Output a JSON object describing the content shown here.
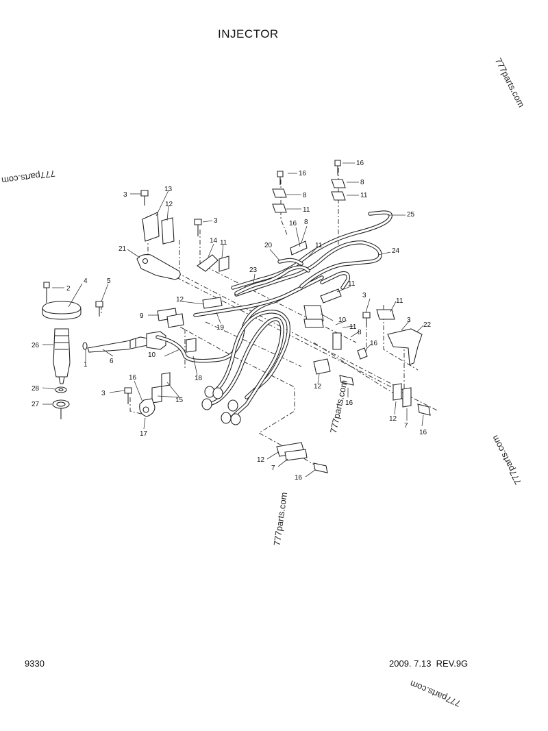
{
  "header": {
    "title": "INJECTOR"
  },
  "footer": {
    "page_code": "9330",
    "revision": "2009. 7.13  REV.9G"
  },
  "watermark": {
    "text": "777parts.com"
  },
  "callouts": [
    {
      "id": "c2",
      "label": "2"
    },
    {
      "id": "c4",
      "label": "4"
    },
    {
      "id": "c5",
      "label": "5"
    },
    {
      "id": "c26",
      "label": "26"
    },
    {
      "id": "c1",
      "label": "1"
    },
    {
      "id": "c6",
      "label": "6"
    },
    {
      "id": "c28",
      "label": "28"
    },
    {
      "id": "c27",
      "label": "27"
    },
    {
      "id": "c3a",
      "label": "3"
    },
    {
      "id": "c13",
      "label": "13"
    },
    {
      "id": "c12a",
      "label": "12"
    },
    {
      "id": "c21",
      "label": "21"
    },
    {
      "id": "c3b",
      "label": "3"
    },
    {
      "id": "c14",
      "label": "14"
    },
    {
      "id": "c11a",
      "label": "11"
    },
    {
      "id": "c16a",
      "label": "16"
    },
    {
      "id": "c8a",
      "label": "8"
    },
    {
      "id": "c11b",
      "label": "11"
    },
    {
      "id": "c16b",
      "label": "16"
    },
    {
      "id": "c8b",
      "label": "8"
    },
    {
      "id": "c11c",
      "label": "11"
    },
    {
      "id": "c16c",
      "label": "16"
    },
    {
      "id": "c8c",
      "label": "8"
    },
    {
      "id": "c20",
      "label": "20"
    },
    {
      "id": "c11d",
      "label": "11"
    },
    {
      "id": "c25",
      "label": "25"
    },
    {
      "id": "c24",
      "label": "24"
    },
    {
      "id": "c23",
      "label": "23"
    },
    {
      "id": "c11e",
      "label": "11"
    },
    {
      "id": "c12b",
      "label": "12"
    },
    {
      "id": "c9",
      "label": "9"
    },
    {
      "id": "c19",
      "label": "19"
    },
    {
      "id": "c10a",
      "label": "10"
    },
    {
      "id": "c10b",
      "label": "10"
    },
    {
      "id": "c3c",
      "label": "3"
    },
    {
      "id": "c11f",
      "label": "11"
    },
    {
      "id": "c3d",
      "label": "3"
    },
    {
      "id": "c22",
      "label": "22"
    },
    {
      "id": "c11g",
      "label": "11"
    },
    {
      "id": "c8d",
      "label": "8"
    },
    {
      "id": "c16d",
      "label": "16"
    },
    {
      "id": "c18",
      "label": "18"
    },
    {
      "id": "c16e",
      "label": "16"
    },
    {
      "id": "c3e",
      "label": "3"
    },
    {
      "id": "c15",
      "label": "15"
    },
    {
      "id": "c17",
      "label": "17"
    },
    {
      "id": "c12c",
      "label": "12"
    },
    {
      "id": "c16f",
      "label": "16"
    },
    {
      "id": "c12d",
      "label": "12"
    },
    {
      "id": "c7a",
      "label": "7"
    },
    {
      "id": "c16g",
      "label": "16"
    },
    {
      "id": "c12e",
      "label": "12"
    },
    {
      "id": "c7b",
      "label": "7"
    },
    {
      "id": "c16h",
      "label": "16"
    }
  ]
}
